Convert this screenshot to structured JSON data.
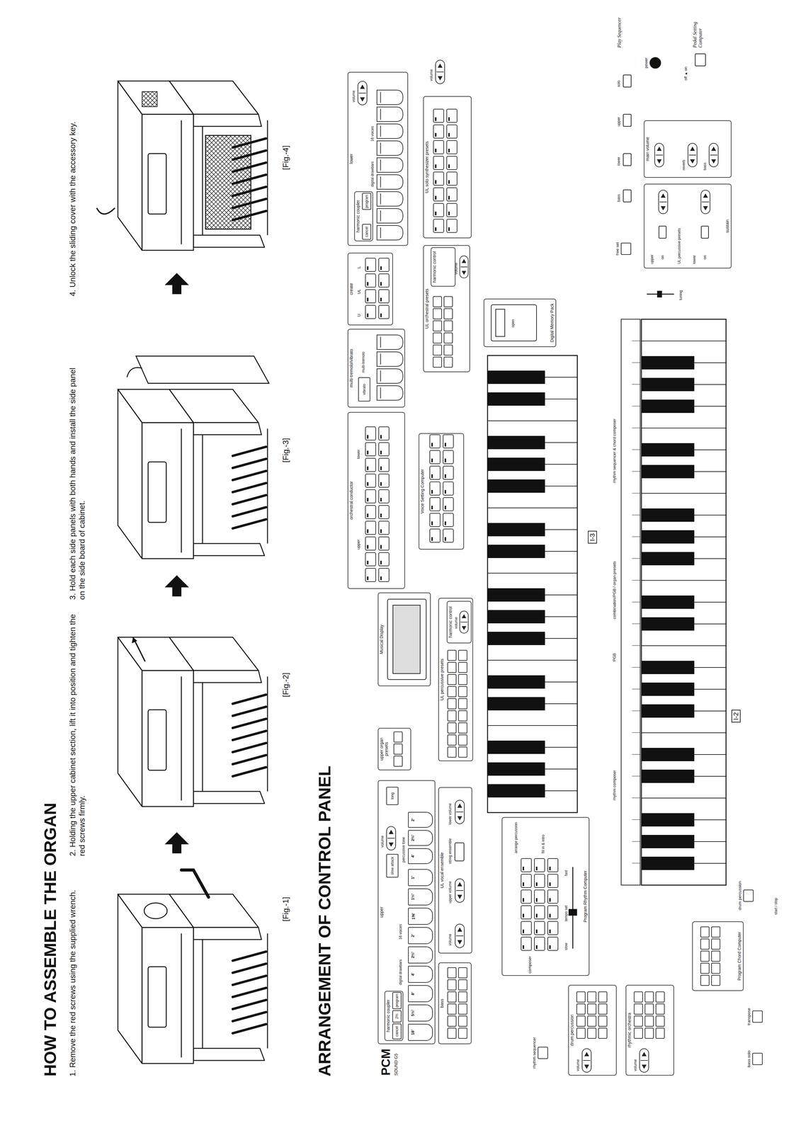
{
  "diagram": {
    "title": "HOW TO ASSEMBLE THE ORGAN",
    "nodes": [
      {
        "text": [
          "upper"
        ]
      },
      {
        "text": [
          "harmonic coupler"
        ],
        "in": 0
      },
      {
        "text": [
          "cancel"
        ],
        "in": 1
      },
      {
        "text": [
          "2⅔"
        ],
        "in": 1
      },
      {
        "text": [
          "program"
        ],
        "in": 1
      },
      {
        "text": [
          "16'"
        ],
        "in": 0
      },
      {
        "text": [
          "5⅓'"
        ],
        "in": 0
      },
      {
        "text": [
          "8'"
        ],
        "in": 0
      },
      {
        "text": [
          "4'"
        ],
        "in": 0
      },
      {
        "text": [
          "2⅔'"
        ],
        "in": 0
      },
      {
        "text": [
          "2'"
        ],
        "in": 0
      },
      {
        "text": [
          "1⅗'"
        ],
        "in": 0
      },
      {
        "text": [
          "1⅓'"
        ],
        "in": 0
      },
      {
        "text": [
          "1'"
        ],
        "in": 0
      },
      {
        "text": [
          "slow attack"
        ],
        "in": 0
      },
      {
        "text": [
          "long"
        ],
        "in": 0
      },
      {
        "text": [
          "4'"
        ],
        "in": 0
      },
      {
        "text": [
          "2⅔'"
        ],
        "in": 0
      },
      {
        "text": [
          "2'"
        ],
        "in": 0
      },
      {
        "text": [
          "bass"
        ]
      },
      {
        "text": [
          "UL vocal ensemble"
        ]
      },
      {
        "text": [
          "upper organ presets"
        ]
      },
      {
        "text": [
          "Musical Display"
        ]
      },
      {
        "text": [
          "UL percussive presets"
        ]
      },
      {
        "text": [
          "harmonic control"
        ],
        "in": 23
      },
      {
        "text": [
          "orchestral conductor"
        ]
      },
      {
        "text": [
          "Voice Setting Computer"
        ]
      },
      {
        "text": [
          "multi-tremolo/vibrato"
        ]
      },
      {
        "text": [
          "vibrato"
        ],
        "in": 27
      },
      {
        "text": [
          "create"
        ]
      },
      {
        "text": [
          "UL orchestral presets"
        ]
      },
      {
        "text": [
          "harmonic control"
        ],
        "in": 30
      },
      {
        "text": [
          "lower"
        ]
      },
      {
        "text": [
          "harmonic coupler"
        ],
        "in": 32
      },
      {
        "text": [
          "cancel"
        ],
        "in": 33
      },
      {
        "text": [
          "program"
        ],
        "in": 33
      },
      {
        "text": [
          "UL solo synthesizer presets"
        ]
      },
      {
        "text": [
          "Digital Memory Pack"
        ]
      },
      {
        "text": [
          "Program Rhythm Computer"
        ]
      },
      {
        "text": [
          "rhythm sequencer"
        ]
      },
      {
        "text": [
          "drum percussion"
        ]
      },
      {
        "text": [
          "rhythmic orchestra"
        ]
      },
      {
        "text": [
          "bass solo"
        ]
      },
      {
        "text": [
          "transpose"
        ]
      },
      {
        "text": [
          "Program Chord Computer"
        ]
      },
      {
        "text": [
          "drum percussion"
        ]
      },
      {
        "text": [
          "free set"
        ]
      },
      {
        "text": [
          "sustain"
        ]
      },
      {
        "text": [
          "main volume"
        ]
      },
      {
        "text": [
          "power"
        ]
      }
    ],
    "labels": [
      "1. Remove the red screws using the supplied wrench.",
      "2. Holding the upper cabinet section, lift it into position and tighten the red screws firmly.",
      "3. Hold each side panels with both hands and install the side panel on the side board of cabinet.",
      "4. Unlock the sliding cover with the accessory key.",
      "[Fig.-1]",
      "[Fig.-2]",
      "[Fig.-3]",
      "[Fig.-4]",
      "ARRANGEMENT OF CONTROL PANEL",
      "PCM",
      "SOUND G5",
      "digital drawbars",
      "16 voices",
      "volume",
      "percussive tone",
      "volume",
      "upper volume",
      "string ensemble",
      "lower volume",
      "volume",
      "upper",
      "lower",
      "multi-tremolo",
      "U",
      "UL",
      "L",
      "volume",
      "digital drawbars",
      "16 voices",
      "volume",
      "volume",
      "open",
      "composer",
      "arrange percussion",
      "fill in & intro",
      "tempo set",
      "slow",
      "fast",
      "volume",
      "volume",
      "start / stop",
      "rhythm composer",
      "PGB",
      "combination/PGB / organ presets",
      "rhythm sequencer & chord composer",
      "tuning",
      "upper",
      "on",
      "UL percussive presets",
      "lower",
      "on",
      "reverb",
      "bass",
      "bass",
      "lower",
      "upper",
      "solo",
      "off ▲ on",
      "I-2",
      "I-3",
      "Play Sequencer",
      "Pedal Setting Computer"
    ]
  }
}
